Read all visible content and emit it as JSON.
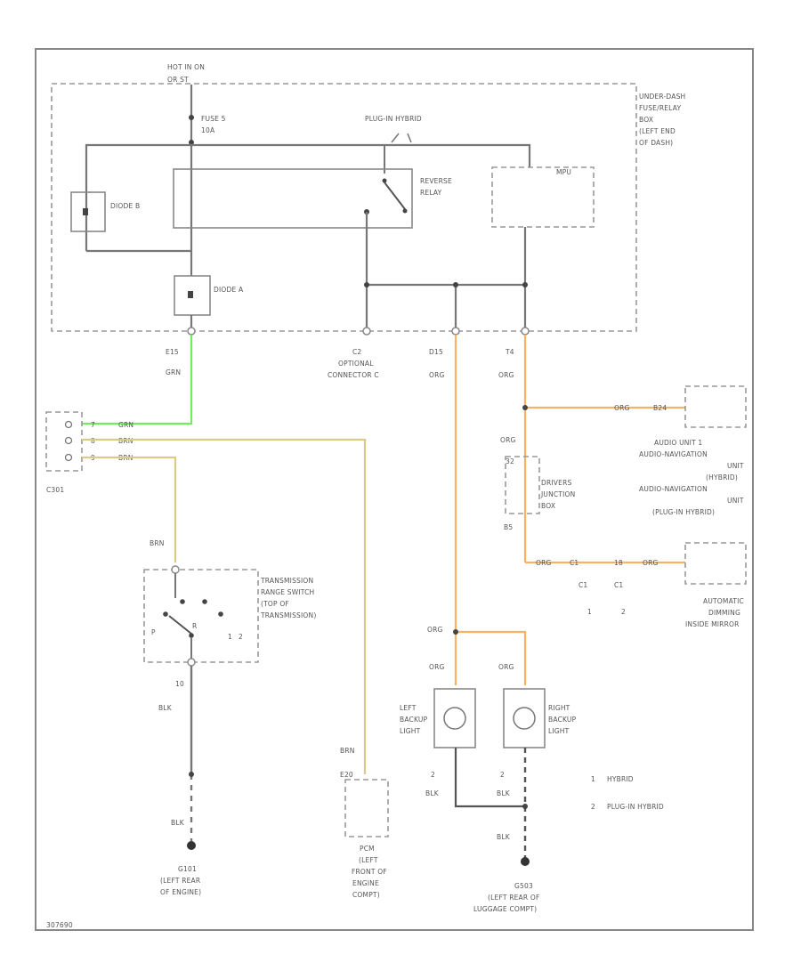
{
  "colors": {
    "green": "#6ef05a",
    "tan": "#d9cc86",
    "orange": "#f7b266",
    "gray": "#777777",
    "black": "#444444"
  },
  "fuse_box": {
    "top_label_1": "HOT IN ON",
    "top_label_2": "OR ST",
    "fuse_label_1": "FUSE 5",
    "fuse_label_2": "10A",
    "side_label_1": "UNDER-DASH",
    "side_label_2": "FUSE/RELAY",
    "side_label_3": "BOX",
    "side_label_4": "(LEFT END",
    "side_label_5": "OF DASH)",
    "plug_label": "PLUG-IN HYBRID",
    "relay_label_1": "REVERSE",
    "relay_label_2": "RELAY",
    "mpu_label": "MPU",
    "diode_b": "DIODE B",
    "diode_a": "DIODE A"
  },
  "connectors": {
    "c1_pin": "E15",
    "c1_color": "GRN",
    "c2_label_1": "C2",
    "c2_label_2": "OPTIONAL",
    "c2_label_3": "CONNECTOR C",
    "c3_pin": "D15",
    "c3_color": "ORG",
    "c4_pin": "T4",
    "c4_color": "ORG",
    "c301_label": "C301",
    "c301_pins": [
      "7",
      "8",
      "9"
    ],
    "c301_colors": [
      "GRN",
      "BRN",
      "BRN"
    ]
  },
  "trans_switch": {
    "wire_color": "BRN",
    "label_1": "TRANSMISSION",
    "label_2": "RANGE SWITCH",
    "label_3": "(TOP OF",
    "label_4": "TRANSMISSION)",
    "pos_p": "P",
    "pos_r": "R",
    "pos_1": "1",
    "pos_2": "2",
    "pin": "10",
    "wire_out": "BLK",
    "ground_wire": "BLK",
    "ground_1": "G101",
    "ground_2": "(LEFT REAR",
    "ground_3": "OF ENGINE)"
  },
  "pcm": {
    "wire": "BRN",
    "pin": "E20",
    "label_1": "PCM",
    "label_2": "(LEFT",
    "label_3": "FRONT OF",
    "label_4": "ENGINE",
    "label_5": "COMPT)"
  },
  "right_branch": {
    "wire1": "ORG",
    "wire2": "ORG",
    "pin_a": "32",
    "junction_1": "DRIVERS",
    "junction_2": "JUNCTION",
    "junction_3": "BOX",
    "pin_b": "B5",
    "wire3": "ORG",
    "c_label_1": "C1",
    "c_label_2": "C1",
    "pin_c": "18",
    "wire4": "ORG",
    "c_sub_1": "1",
    "c_sub_2": "2",
    "audio_1": "AUDIO UNIT 1",
    "audio_2": "AUDIO-NAVIGATION",
    "audio_3": "UNIT",
    "audio_4": "(HYBRID)",
    "audio_5": "AUDIO-NAVIGATION",
    "audio_6": "UNIT",
    "audio_7": "(PLUG-IN HYBRID)",
    "mirror_1": "AUTOMATIC",
    "mirror_2": "DIMMING",
    "mirror_3": "INSIDE MIRROR",
    "audio_wire": "ORG",
    "audio_pin": "B24"
  },
  "backup": {
    "wire_left": "ORG",
    "wire_left2": "ORG",
    "wire_right": "ORG",
    "left_1": "LEFT",
    "left_2": "BACKUP",
    "left_3": "LIGHT",
    "right_1": "RIGHT",
    "right_2": "BACKUP",
    "right_3": "LIGHT",
    "pin_left": "2",
    "pin_right": "2",
    "gnd_wire_left": "BLK",
    "gnd_wire_right": "BLK",
    "gnd_wire_bottom": "BLK",
    "ground_1": "G503",
    "ground_2": "(LEFT REAR OF",
    "ground_3": "LUGGAGE COMPT)"
  },
  "legend": {
    "n1": "1",
    "t1": "HYBRID",
    "n2": "2",
    "t2": "PLUG-IN HYBRID"
  },
  "footer_code": "307690"
}
